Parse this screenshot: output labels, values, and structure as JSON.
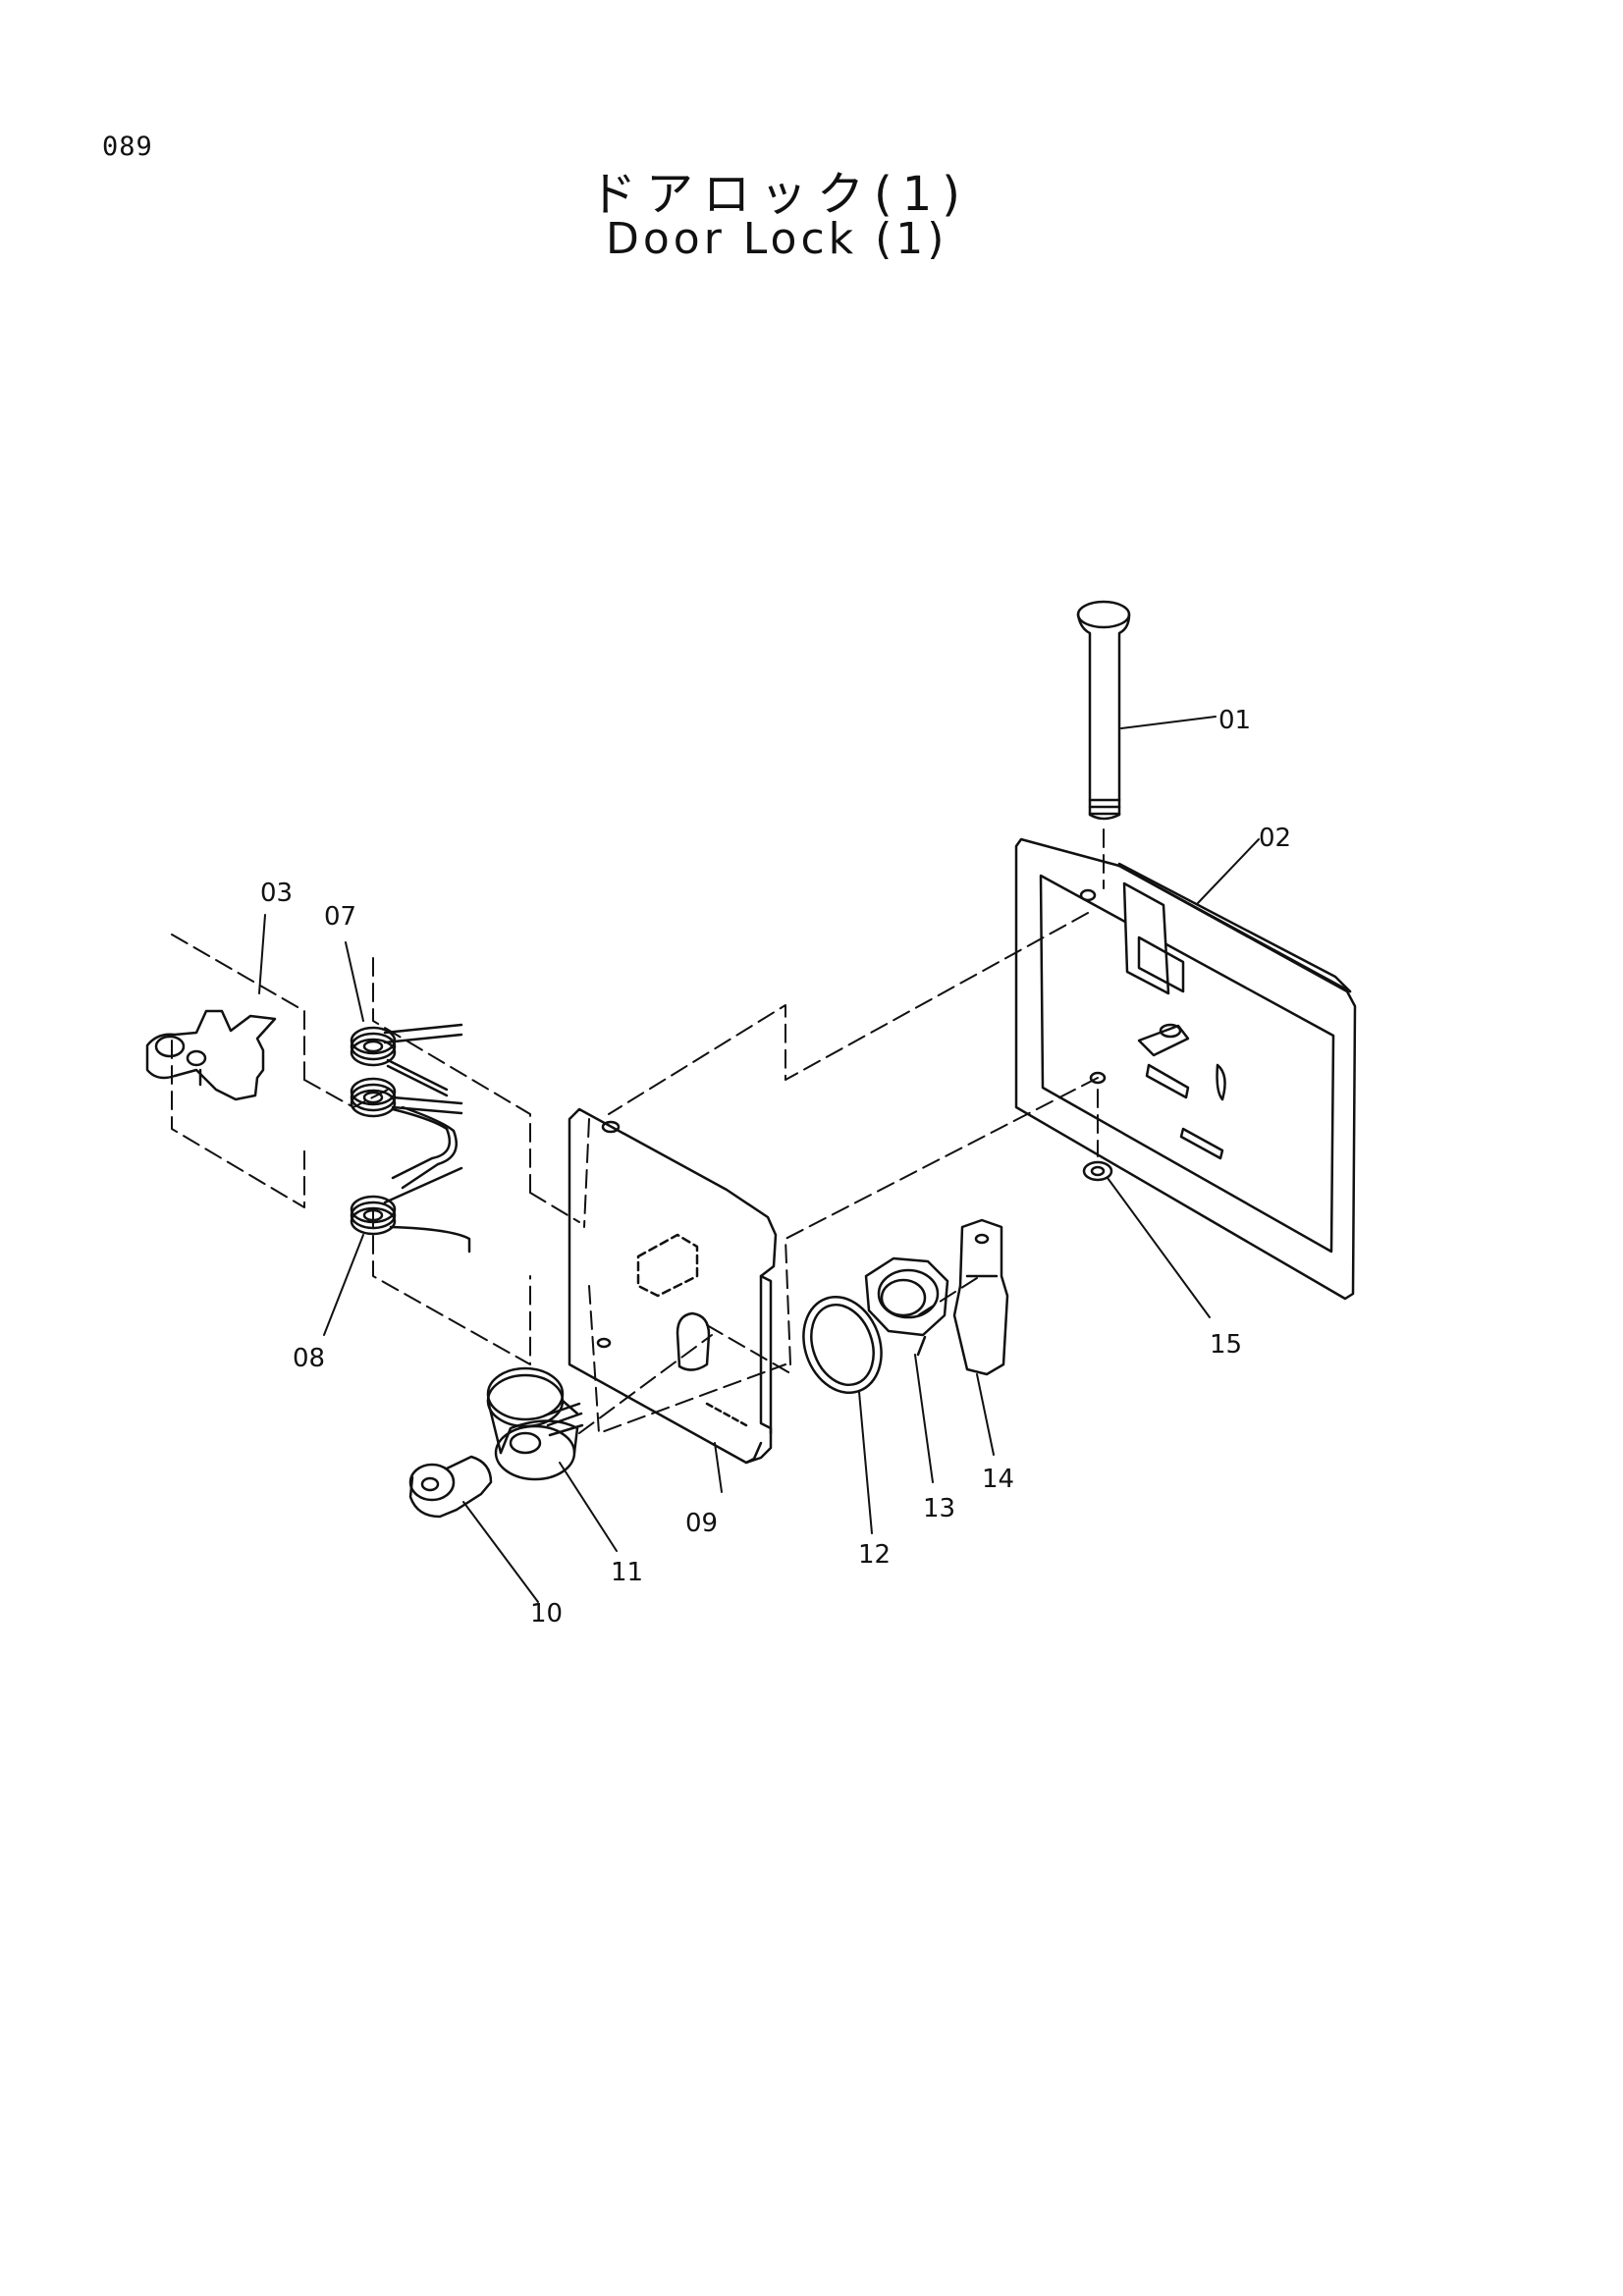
{
  "page": {
    "number": "089",
    "title_ja": "ドアロック(1)",
    "title_en": "Door Lock (1)"
  },
  "parts": [
    {
      "id": "01",
      "label": "01"
    },
    {
      "id": "02",
      "label": "02"
    },
    {
      "id": "03",
      "label": "03"
    },
    {
      "id": "07",
      "label": "07"
    },
    {
      "id": "08",
      "label": "08"
    },
    {
      "id": "09",
      "label": "09"
    },
    {
      "id": "10",
      "label": "10"
    },
    {
      "id": "11",
      "label": "11"
    },
    {
      "id": "12",
      "label": "12"
    },
    {
      "id": "13",
      "label": "13"
    },
    {
      "id": "14",
      "label": "14"
    },
    {
      "id": "15",
      "label": "15"
    }
  ]
}
